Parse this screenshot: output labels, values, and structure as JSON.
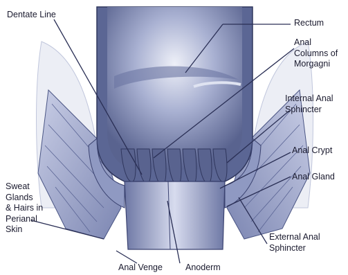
{
  "labels": {
    "dentate_line": "Dentate Line",
    "rectum": "Rectum",
    "anal_columns": "Anal\nColumns of\nMorgagni",
    "internal_sphincter": "Internal Anal\nSphincter",
    "anal_crypt": "Anal Crypt",
    "anal_gland": "Anal Gland",
    "sweat_glands": "Sweat\nGlands\n& Hairs in\nPerianal\nSkin",
    "external_sphincter": "External Anal\nSphincter",
    "anal_verge": "Anal Venge",
    "anoderm": "Anoderm"
  },
  "colors": {
    "label_text": "#1a1a2e",
    "leader_line": "#2a2f55",
    "tissue_dark": "#4a5584",
    "tissue_mid": "#7f8ab5",
    "tissue_light": "#c5cbe3",
    "fat": "#e8ebf3"
  }
}
